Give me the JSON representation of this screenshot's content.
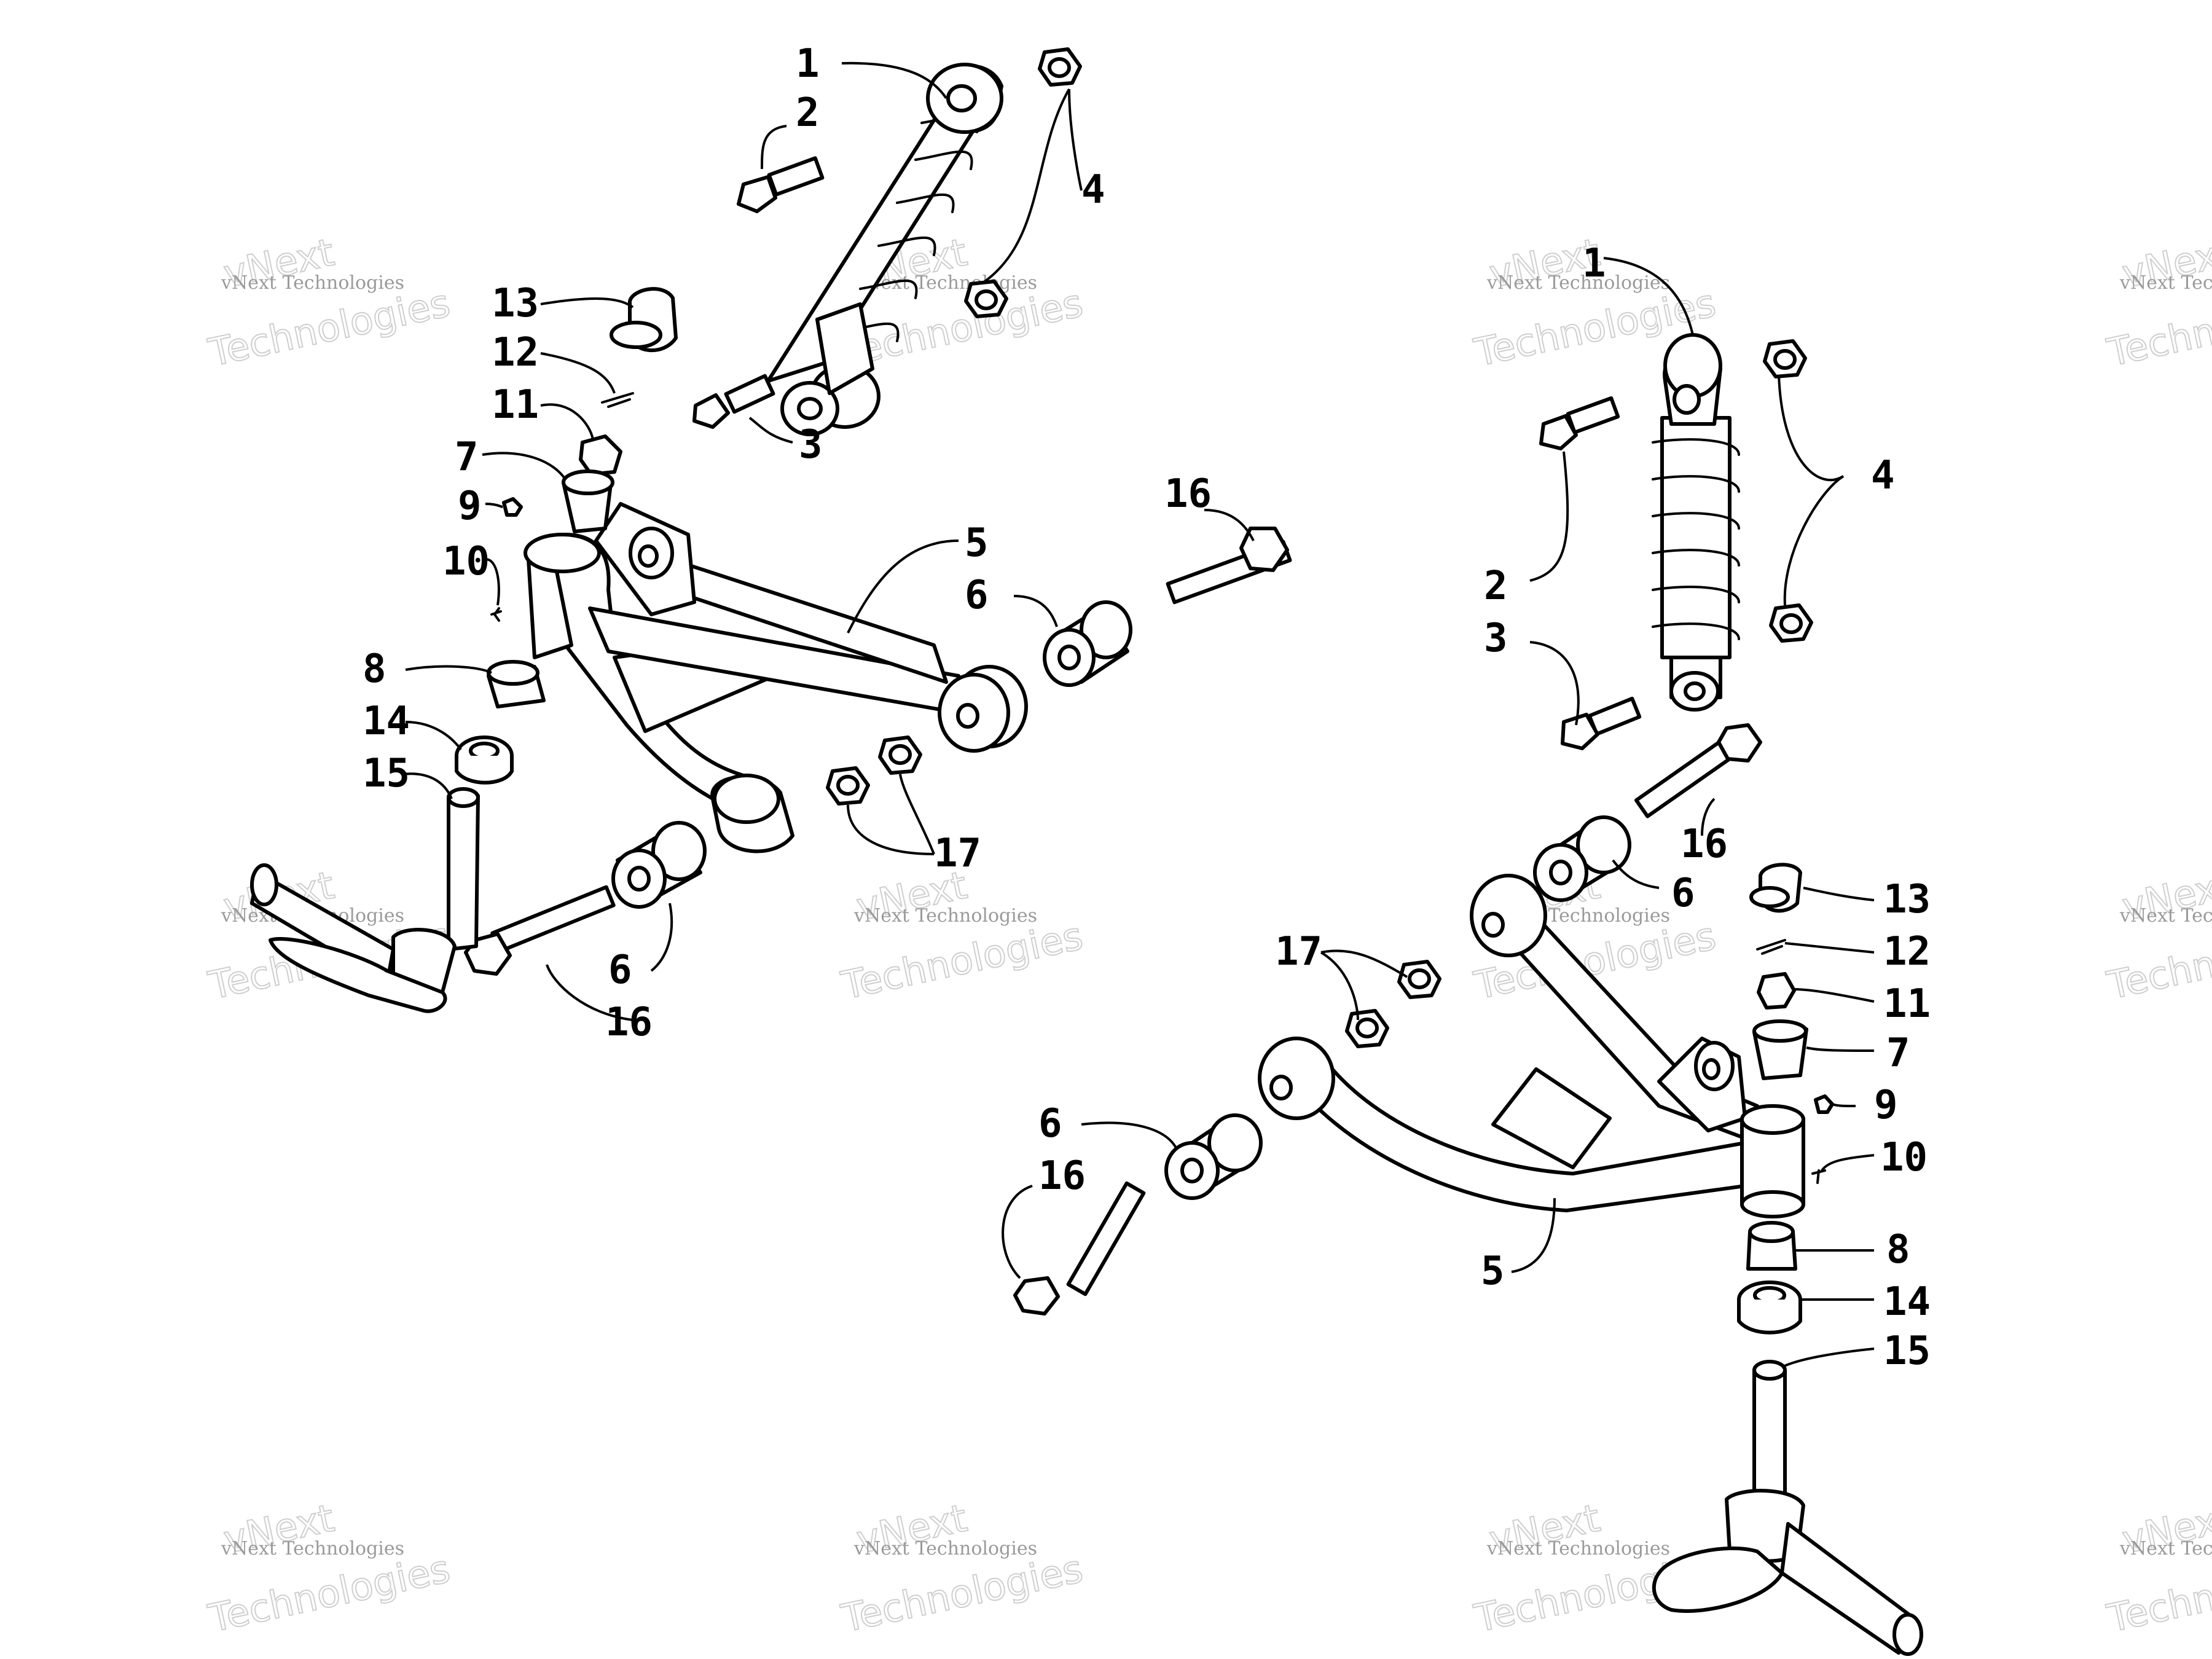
{
  "diagram": {
    "callouts": {
      "shock_absorber": "1",
      "upper_bolt": "2",
      "lower_bolt": "3",
      "bushing_nut": "4",
      "a_arm": "5",
      "pivot_bushing": "6",
      "upper_spindle_bushing": "7",
      "lower_spindle_bushing": "8",
      "grease_fitting": "9",
      "grease_fitting_cap": "10",
      "castle_nut": "11",
      "cotter_pin": "12",
      "dust_cap": "13",
      "dust_seal": "14",
      "spindle": "15",
      "pivot_bolt": "16",
      "lock_nut": "17"
    },
    "watermark": {
      "line1": "vNext Technologies",
      "line2": "vNext",
      "line3": "Technologies"
    }
  }
}
